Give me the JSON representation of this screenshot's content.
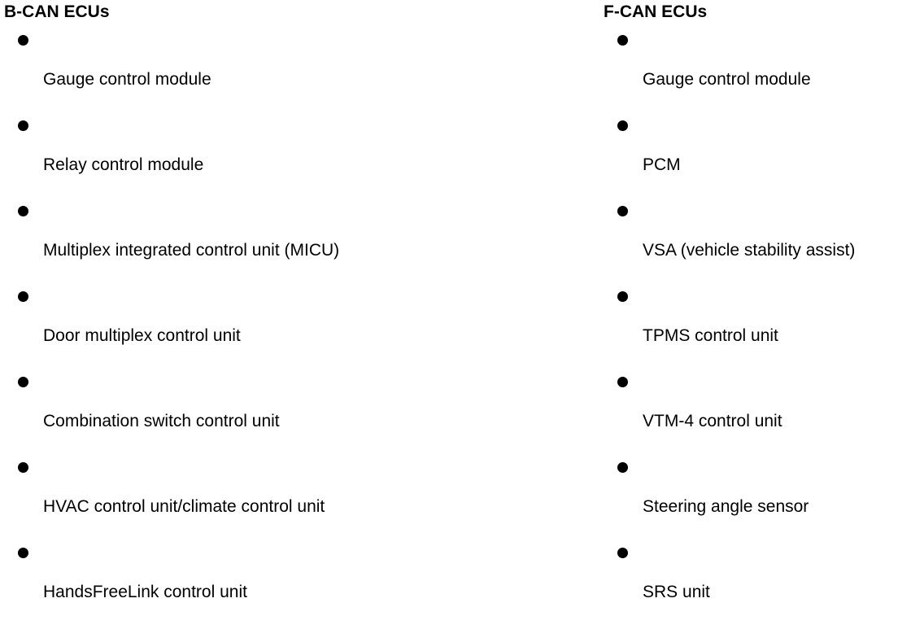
{
  "left": {
    "heading": "B-CAN ECUs",
    "items": [
      "Gauge control module",
      "Relay control module",
      "Multiplex integrated control unit (MICU)",
      "Door multiplex control unit",
      "Combination switch control unit",
      "HVAC control unit/climate control unit",
      "HandsFreeLink control unit"
    ]
  },
  "right": {
    "heading": "F-CAN ECUs",
    "items": [
      "Gauge control module",
      "PCM",
      "VSA (vehicle stability assist)",
      "TPMS control unit",
      "VTM-4 control unit",
      "Steering angle sensor",
      "SRS unit"
    ]
  }
}
